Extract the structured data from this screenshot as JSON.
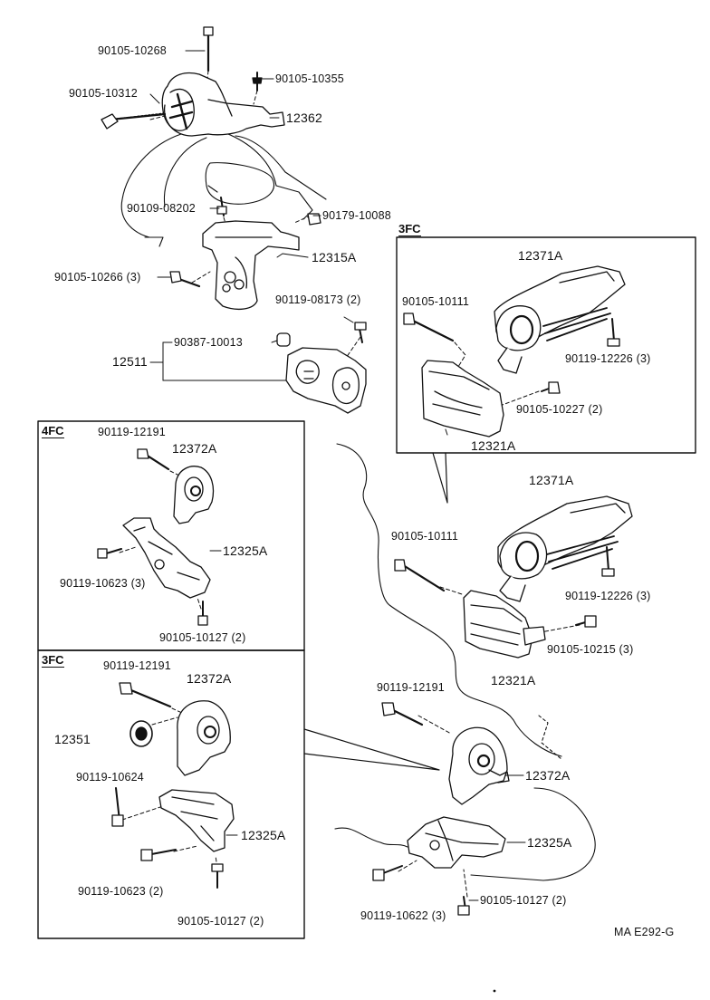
{
  "boxes": {
    "box_3fc_top": "3FC",
    "box_4fc": "4FC",
    "box_3fc_bottom": "3FC"
  },
  "labels": {
    "p_90105_10268": "90105-10268",
    "p_90105_10355": "90105-10355",
    "p_90105_10312": "90105-10312",
    "p_12362": "12362",
    "p_90109_08202": "90109-08202",
    "p_90179_10088": "90179-10088",
    "p_12315a": "12315A",
    "p_90105_10266": "90105-10266 (3)",
    "p_90119_08173": "90119-08173 (2)",
    "p_90387_10013": "90387-10013",
    "p_12511": "12511",
    "t_12371a": "12371A",
    "t_90105_10111": "90105-10111",
    "t_90119_12226": "90119-12226 (3)",
    "t_90105_10227": "90105-10227 (2)",
    "t_12321a": "12321A",
    "f_90119_12191": "90119-12191",
    "f_12372a": "12372A",
    "f_12325a": "12325A",
    "f_90119_10623": "90119-10623 (3)",
    "f_90105_10127": "90105-10127 (2)",
    "m_12371a": "12371A",
    "m_90105_10111": "90105-10111",
    "m_90119_12226": "90119-12226 (3)",
    "m_90105_10215": "90105-10215 (3)",
    "m_12321a": "12321A",
    "m_90119_12191": "90119-12191",
    "b_90119_12191": "90119-12191",
    "b_12372a": "12372A",
    "b_12351": "12351",
    "b_90119_10624": "90119-10624",
    "b_12325a": "12325A",
    "b_90119_10623": "90119-10623 (2)",
    "b_90105_10127": "90105-10127 (2)",
    "r_12372a": "12372A",
    "r_12325a": "12325A",
    "r_90105_10127": "90105-10127 (2)",
    "r_90119_10622": "90119-10622 (3)",
    "code": "MA E292-G"
  }
}
